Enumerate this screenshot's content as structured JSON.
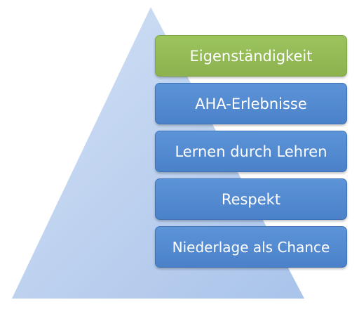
{
  "pyramid": {
    "fill_color": "#b9cfee",
    "levels": [
      {
        "label": "Eigenständigkeit",
        "color": "#95bd59"
      },
      {
        "label": "AHA-Erlebnisse",
        "color": "#5289d0"
      },
      {
        "label": "Lernen durch Lehren",
        "color": "#5289d0"
      },
      {
        "label": "Respekt",
        "color": "#5289d0"
      },
      {
        "label": "Niederlage als Chance",
        "color": "#5289d0"
      }
    ]
  }
}
